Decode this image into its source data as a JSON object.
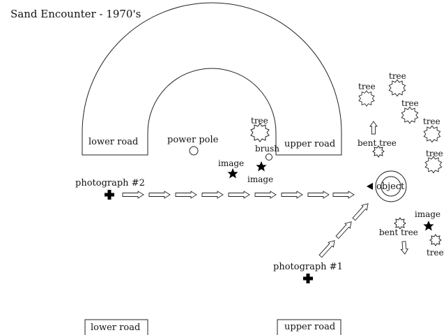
{
  "title": "Sand Encounter - 1970's",
  "roads": {
    "lower_road": "lower road",
    "upper_road": "upper road"
  },
  "labels": {
    "power_pole": "power pole",
    "brush": "brush",
    "image": "image",
    "object": "object",
    "tree": "tree",
    "bent_tree": "bent tree",
    "photograph_1": "photograph #1",
    "photograph_2": "photograph #2"
  }
}
